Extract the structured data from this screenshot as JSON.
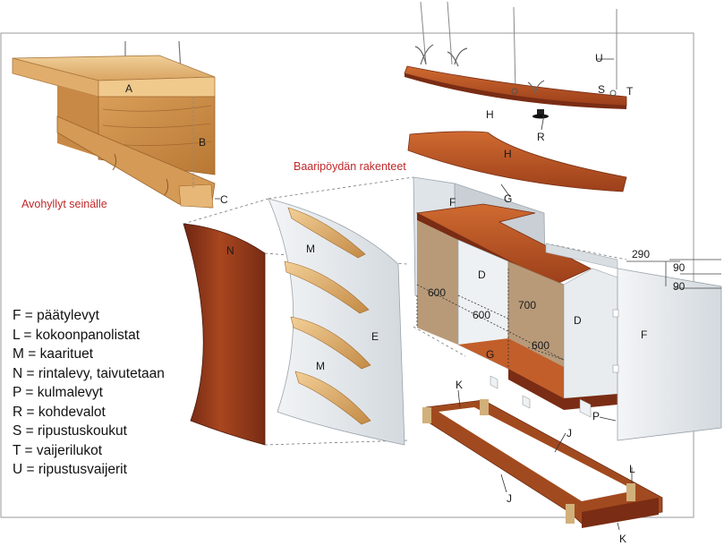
{
  "titles": {
    "wall_shelf": "Avohyllyt seinälle",
    "bar_structure": "Baaripöydän rakenteet"
  },
  "part_letters": {
    "A": "A",
    "B": "B",
    "C": "C",
    "D": "D",
    "E": "E",
    "F": "F",
    "G": "G",
    "H": "H",
    "J": "J",
    "K": "K",
    "L": "L",
    "M": "M",
    "N": "N",
    "P": "P",
    "R": "R",
    "S": "S",
    "T": "T",
    "U": "U"
  },
  "dimensions": {
    "d600a": "600",
    "d600b": "600",
    "d600c": "600",
    "d700": "700",
    "d290": "290",
    "d90a": "90",
    "d90b": "90"
  },
  "legend": [
    "F = päätylevyt",
    "L = kokoonpanolistat",
    "M = kaarituet",
    "N = rintalevy, taivutetaan",
    "P = kulmalevyt",
    "R = kohdevalot",
    "S = ripustuskoukut",
    "T = vaijerilukot",
    "U = ripustusvaijerit"
  ],
  "colors": {
    "wood_light": "#e3b577",
    "wood_dark": "#b5642a",
    "mahogany": "#8b3318",
    "board": "#b89a79",
    "panel": "#e9edf0",
    "title_red": "#c0282a"
  }
}
